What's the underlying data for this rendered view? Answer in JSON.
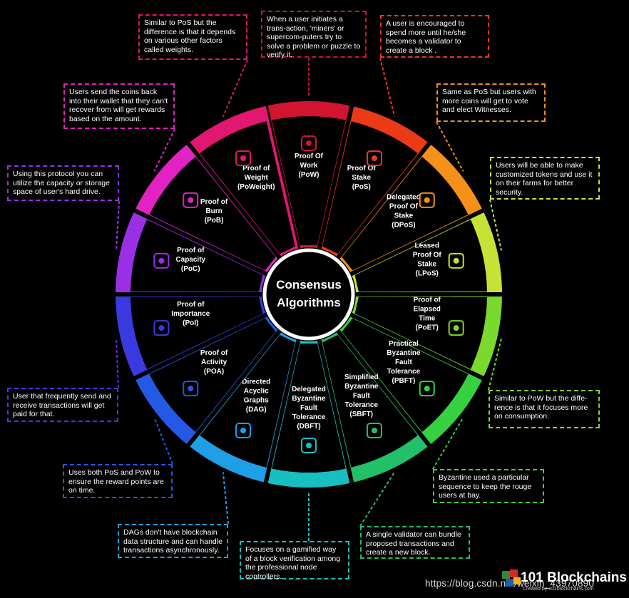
{
  "center": {
    "line1": "Consensus",
    "line2": "Algorithms"
  },
  "segments": [
    {
      "label": [
        "Proof Of",
        "Work",
        "(PoW)"
      ],
      "color": "#d1142f",
      "icon": "miner-icon"
    },
    {
      "label": [
        "Proof Of",
        "Stake",
        "(PoS)"
      ],
      "color": "#ec3a16",
      "icon": "minecart-worker-icon"
    },
    {
      "label": [
        "Delegated",
        "Proof Of",
        "Stake",
        "(DPoS)"
      ],
      "color": "#f5901a",
      "icon": "voting-box-icon"
    },
    {
      "label": [
        "Leased",
        "Proof Of",
        "Stake",
        "(LPoS)"
      ],
      "color": "#c6e236",
      "icon": "money-hand-icon"
    },
    {
      "label": [
        "Proof of",
        "Elapsed",
        "Time",
        "(PoET)"
      ],
      "color": "#7ad92c",
      "icon": "server-clock-icon"
    },
    {
      "label": [
        "Practical",
        "Byzantine",
        "Fault",
        "Tolerance",
        "(PBFT)"
      ],
      "color": "#36d040",
      "icon": "shield-hands-icon"
    },
    {
      "label": [
        "Simplified",
        "Byzantine",
        "Fault",
        "Tolerance",
        "(SBFT)"
      ],
      "color": "#23c06a",
      "icon": "network-gear-icon"
    },
    {
      "label": [
        "Delegated",
        "Byzantine",
        "Fault",
        "Tolerance",
        "(DBFT)"
      ],
      "color": "#19bfc0",
      "icon": "node-hand-icon"
    },
    {
      "label": [
        "Directed",
        "Acyclic",
        "Graphs",
        "(DAG)"
      ],
      "color": "#1e9fe6",
      "icon": "graph-network-icon"
    },
    {
      "label": [
        "Proof of",
        "Activity",
        "(POA)"
      ],
      "color": "#2459e5",
      "icon": "gear-head-icon"
    },
    {
      "label": [
        "Proof of",
        "Importance",
        "(PoI)"
      ],
      "color": "#3b3ae1",
      "icon": "cycle-document-icon"
    },
    {
      "label": [
        "Proof of",
        "Capacity",
        "(PoC)"
      ],
      "color": "#9a2fe6",
      "icon": "hand-safe-icon"
    },
    {
      "label": [
        "Proof of",
        "Burn",
        "(PoB)"
      ],
      "color": "#e222c3",
      "icon": "fire-icon"
    },
    {
      "label": [
        "Proof of",
        "Weight",
        "(PoWeight)"
      ],
      "color": "#e2176f",
      "icon": "weights-icon"
    }
  ],
  "callouts": [
    {
      "id": "pow",
      "text": "When a user initiates a trans-action, 'miners' or supercom-puters try to solve a problem or puzzle to verify it.",
      "color": "#d1142f"
    },
    {
      "id": "pos",
      "text": "A user is encouraged to spend more until he/she becomes a validator to create a block .",
      "color": "#ec3a16"
    },
    {
      "id": "dpos",
      "text": "Same as PoS but users with more coins will get to vote and elect Witnesses.",
      "color": "#f5901a"
    },
    {
      "id": "lpos",
      "text": "Users will be able to make customized tokens and use it on their farms for better security.",
      "color": "#c6e236"
    },
    {
      "id": "poet",
      "text": "Similar to PoW but the diffe-rence is that it focuses more on consumption.",
      "color": "#7ad92c"
    },
    {
      "id": "pbft",
      "text": "Byzantine used a particular sequence to keep the rouge users at bay.",
      "color": "#36d040"
    },
    {
      "id": "sbft",
      "text": "A single validator can bundle proposed transactions and create a new block.",
      "color": "#23c06a"
    },
    {
      "id": "dbft",
      "text": "Focuses on a gamified way of a block verification among the professional node controllers.",
      "color": "#19bfc0"
    },
    {
      "id": "dag",
      "text": "DAGs don't have blockchain data structure and can handle transactions asynchronously.",
      "color": "#1e9fe6"
    },
    {
      "id": "poa",
      "text": "Uses both PoS and PoW to ensure the reward points are on time.",
      "color": "#2459e5"
    },
    {
      "id": "poi",
      "text": "User that frequently send and receive transactions will get paid for that.",
      "color": "#5a2fe6"
    },
    {
      "id": "poc",
      "text": "Using this protocol you can utilize the capacity or storage space of user's hard drive.",
      "color": "#9a2fe6"
    },
    {
      "id": "pob",
      "text": "Users send the coins back into their wallet that they can't recover from will get rewards based on the amount.",
      "color": "#e222c3"
    },
    {
      "id": "poweight",
      "text": "Similar to PoS but the difference is that it depends on various other factors called weights.",
      "color": "#e2176f"
    }
  ],
  "branding": {
    "name": "101 Blockchains",
    "sub": "Created by 101blockchains.com",
    "watermark": "https://blog.csdn.net/weixin_43970890"
  }
}
